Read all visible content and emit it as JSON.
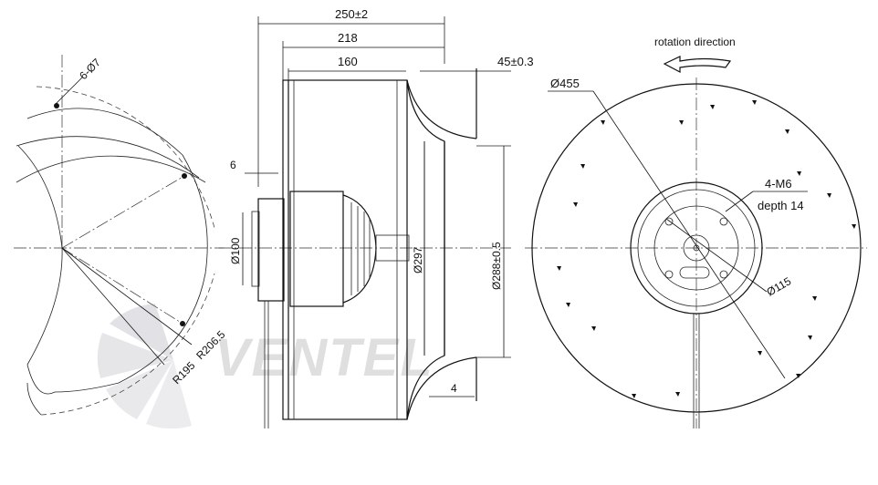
{
  "watermark": {
    "text": "VENTEL"
  },
  "left_view": {
    "labels": {
      "holes": "6-Ø7",
      "radius_outer": "R206.5",
      "radius_inner": "R195"
    }
  },
  "side_view": {
    "labels": {
      "overall_length": "250±2",
      "mid_length": "218",
      "motor_length": "160",
      "flange_offset": "45±0.3",
      "flange_thickness": "6",
      "hub_diameter": "Ø100",
      "housing_diameter": "Ø297",
      "inlet_diameter": "Ø288±0.5",
      "rim_thickness": "4"
    }
  },
  "front_view": {
    "labels": {
      "rotation": "rotation direction",
      "impeller_diameter": "Ø455",
      "threaded_holes": "4-M6",
      "thread_depth": "depth 14",
      "bolt_circle": "Ø115"
    }
  }
}
